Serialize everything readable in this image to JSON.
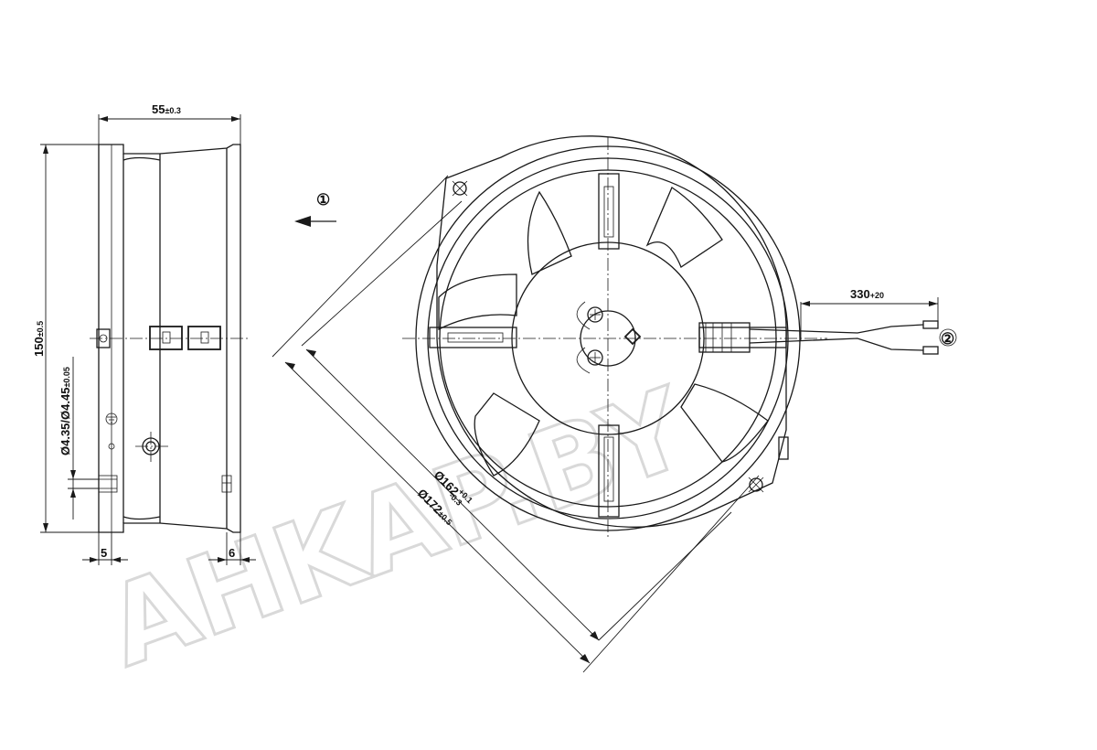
{
  "watermark": "AHKAP.BY",
  "side_view": {
    "width_dim": "55",
    "width_tol": "±0.3",
    "height_dim": "150",
    "height_tol": "±0.5",
    "hole_dim": "Ø4.35/Ø4.45",
    "hole_tol": "±0.05",
    "left_flange_dim": "5",
    "right_flange_dim": "6"
  },
  "front_view": {
    "inner_dia": "Ø162",
    "inner_tol_plus": "+0.1",
    "inner_tol_minus": "-0.3",
    "outer_dia": "Ø172",
    "outer_tol": "±0.5",
    "lead_length": "330",
    "lead_tol": "+20"
  },
  "callouts": {
    "airflow": "①",
    "leads": "②"
  }
}
